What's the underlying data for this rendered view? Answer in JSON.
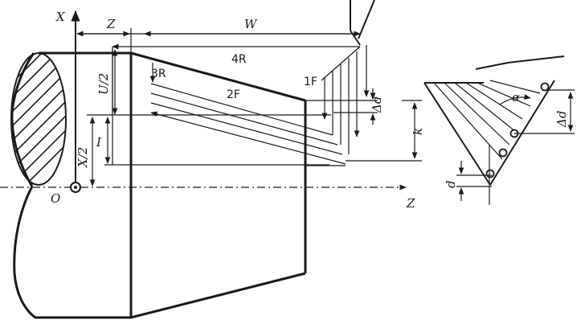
{
  "labels": {
    "x_axis": "X",
    "z_axis": "Z",
    "origin": "O",
    "dim_z": "Z",
    "dim_w": "W",
    "dim_u2": "U/2",
    "dim_x2": "X/2",
    "dim_i": "I",
    "dim_k": "k",
    "dim_delta_d": "Δd",
    "dim_d": "d",
    "angle_alpha": "α",
    "pass_1f": "1F",
    "pass_2f": "2F",
    "pass_3r": "3R",
    "pass_4r": "4R"
  }
}
